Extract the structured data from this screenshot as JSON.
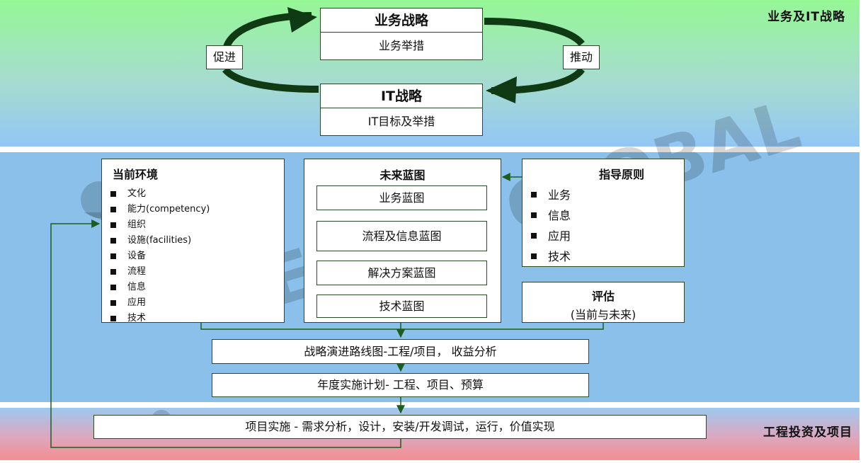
{
  "top_band_label": "业务及IT战略",
  "bottom_band_label": "工程投资及项目",
  "business_strategy": {
    "title": "业务战略",
    "subtitle": "业务举措"
  },
  "it_strategy": {
    "title": "IT战略",
    "subtitle": "IT目标及举措"
  },
  "cycle_labels": {
    "left": "促进",
    "right": "推动"
  },
  "current_environment": {
    "title": "当前环境",
    "items": [
      "文化",
      "能力(competency)",
      "组织",
      "设施(facilities)",
      "设备",
      "流程",
      "信息",
      "应用",
      "技术"
    ]
  },
  "future_blueprint": {
    "title": "未来蓝图",
    "items": [
      "业务蓝图",
      "流程及信息蓝图",
      "解决方案蓝图",
      "技术蓝图"
    ]
  },
  "guiding_principles": {
    "title": "指导原则",
    "items": [
      "业务",
      "信息",
      "应用",
      "技术"
    ]
  },
  "evaluation": {
    "title": "评估",
    "subtitle": "(当前与未来)"
  },
  "roadmap": "战略演进路线图-工程/项目， 收益分析",
  "annual_plan": "年度实施计划- 工程、项目、预算",
  "implementation": "项目实施 - 需求分析，设计，安装/开发调试，运行，价值实现",
  "watermark": "BESPIN GLOBAL",
  "colors": {
    "top_band_start": "#95f795",
    "top_band_end": "#93c6f6",
    "middle_band": "#8ac0ea",
    "bottom_band_end": "#f58e8e",
    "cycle_arrow": "#0f3a14",
    "connector": "#1f5c1f"
  }
}
